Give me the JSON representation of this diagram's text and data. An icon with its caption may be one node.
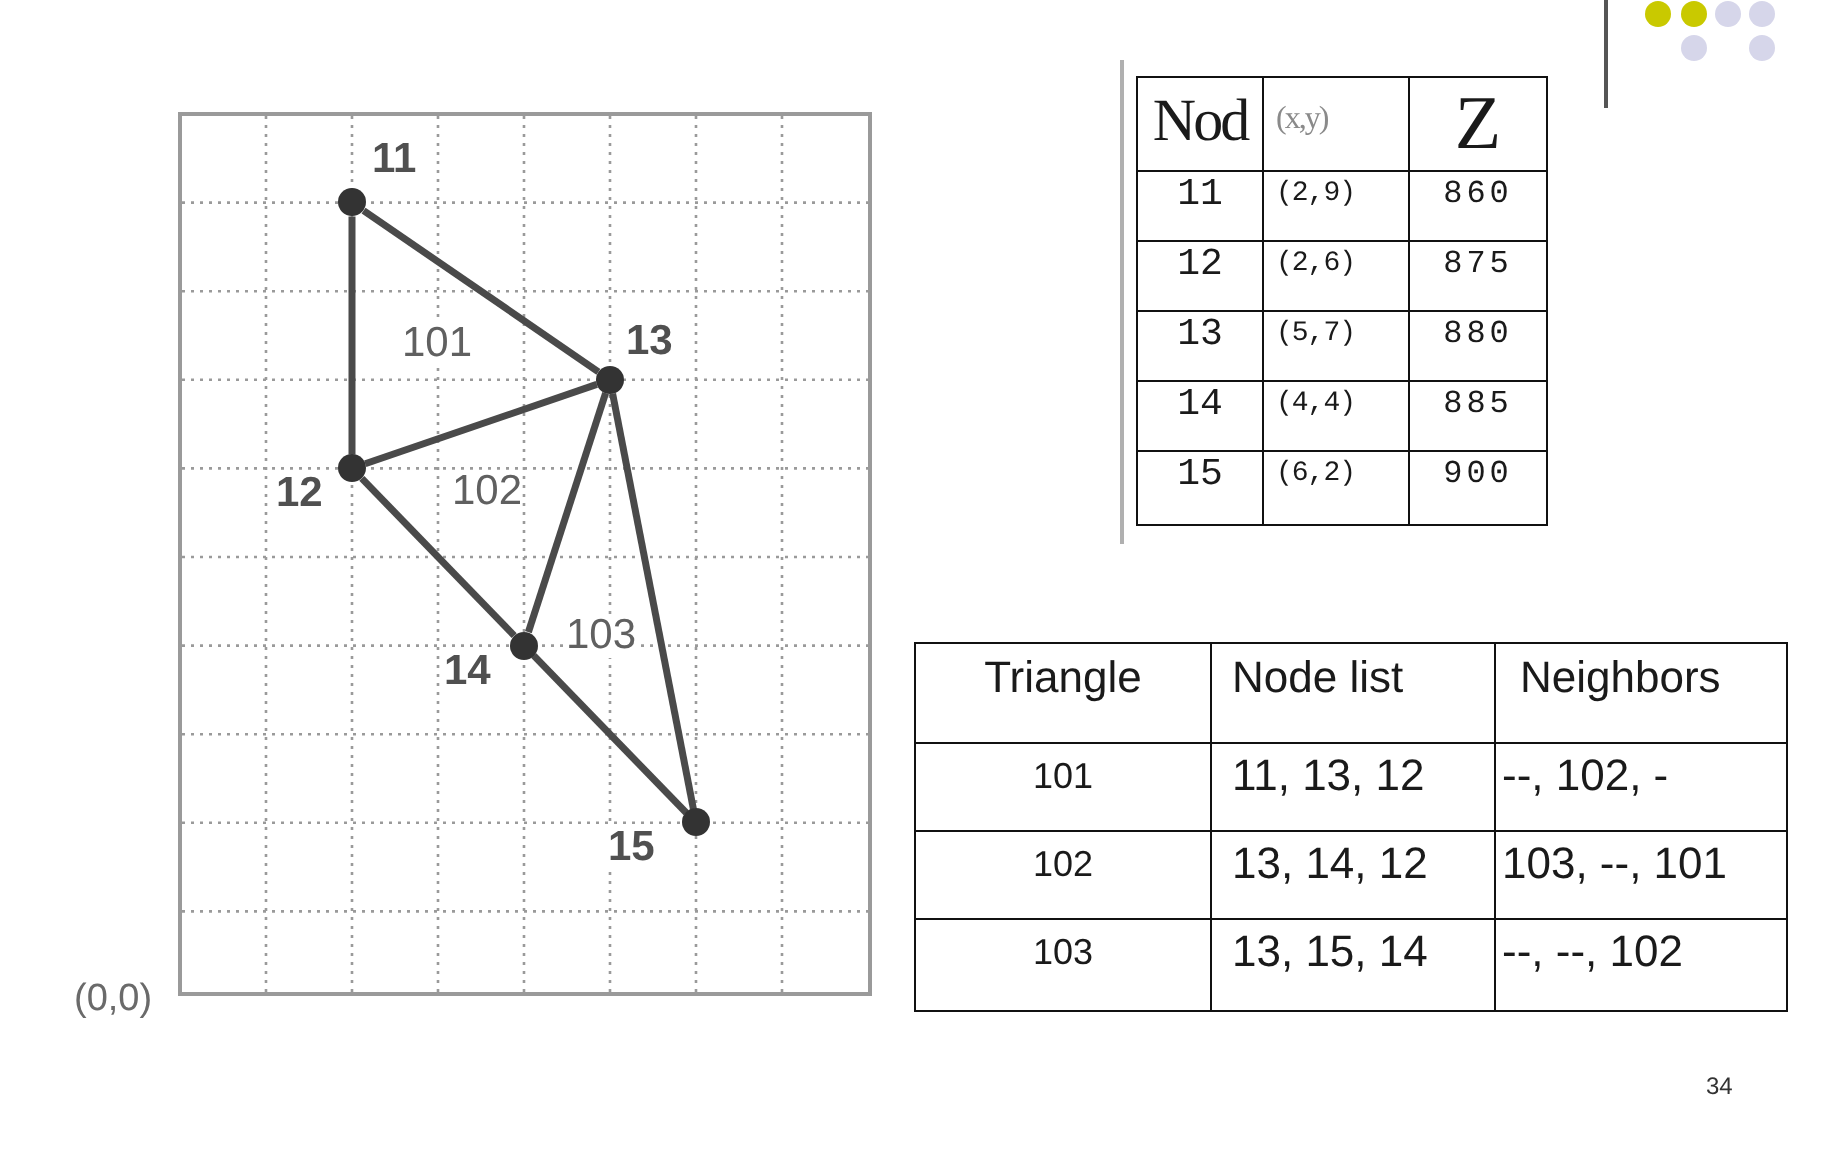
{
  "diagram": {
    "nodes": [
      {
        "text": [],
        "shape": "circle",
        "beside": [
          "11"
        ]
      },
      {
        "text": [],
        "shape": "circle",
        "beside": [
          "12"
        ]
      },
      {
        "text": [],
        "shape": "circle",
        "beside": [
          "13"
        ]
      },
      {
        "text": [],
        "shape": "circle",
        "beside": [
          "14"
        ]
      },
      {
        "text": [],
        "shape": "circle",
        "beside": [
          "15"
        ]
      }
    ],
    "edges": [
      {
        "from": 0,
        "to": 1,
        "arrow": "none"
      },
      {
        "from": 0,
        "to": 2,
        "arrow": "none"
      },
      {
        "from": 1,
        "to": 2,
        "arrow": "none"
      },
      {
        "from": 1,
        "to": 3,
        "arrow": "none"
      },
      {
        "from": 2,
        "to": 3,
        "arrow": "none"
      },
      {
        "from": 2,
        "to": 4,
        "arrow": "none"
      },
      {
        "from": 3,
        "to": 4,
        "arrow": "none"
      }
    ],
    "labels": [
      "101",
      "102",
      "103",
      "(0,0)",
      "Nod",
      "(x,y)",
      "Z",
      "11",
      "(2,9)",
      "860",
      "12",
      "(2,6)",
      "875",
      "13",
      "(5,7)",
      "880",
      "14",
      "(4,4)",
      "885",
      "15",
      "(6,2)",
      "900",
      "Triangle",
      "Node list",
      "Neighbors",
      "101",
      "11, 13, 12",
      "--, 102, -",
      "102",
      "13, 14, 12",
      "103, --, 101",
      "103",
      "13, 15, 14",
      "--, --, 102",
      "34"
    ]
  }
}
